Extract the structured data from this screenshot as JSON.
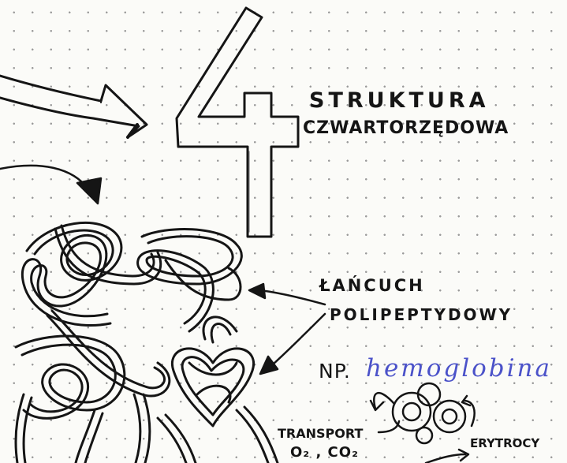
{
  "title_line1": "STRUKTURA",
  "title_line2": "CZWARTORZĘDOWA",
  "number": "4",
  "chain_line1": "ŁAŃCUCH",
  "chain_line2": "POLIPEPTYDOWY",
  "example_prefix": "NP.",
  "example_name": "hemoglobina",
  "transport": "TRANSPORT",
  "gases": "O₂ , CO₂",
  "erythrocytes": "ERYTROCY",
  "ink_color": "#151515",
  "highlight_color": "#4b52c9"
}
